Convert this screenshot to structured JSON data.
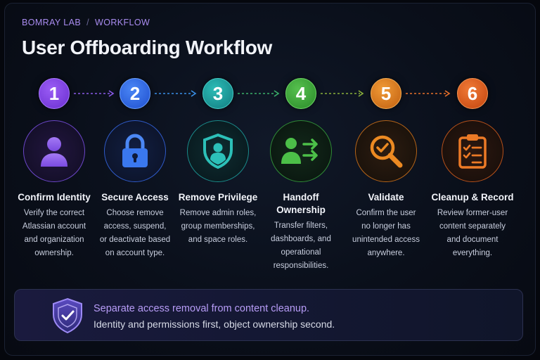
{
  "breadcrumb": {
    "org": "BOMRAY LAB",
    "separator": "/",
    "section": "WORKFLOW"
  },
  "page_title": "User Offboarding Workflow",
  "steps": [
    {
      "number": "1",
      "title": "Confirm Identity",
      "icon": "user-icon",
      "color": "#7b3fe0",
      "desc": [
        "Verify the correct",
        "Atlassian account",
        "and organization",
        "ownership."
      ]
    },
    {
      "number": "2",
      "title": "Secure Access",
      "icon": "padlock-icon",
      "color": "#2a63e0",
      "desc": [
        "Choose remove",
        "access, suspend,",
        "or deactivate based",
        "on account type."
      ]
    },
    {
      "number": "3",
      "title": "Remove Privilege",
      "icon": "shield-user-icon",
      "color": "#1b9a9a",
      "desc": [
        "Remove admin roles,",
        "group memberships,",
        "and space roles."
      ]
    },
    {
      "number": "4",
      "title": "Handoff Ownership",
      "title_lines": [
        "Handoff",
        "Ownership"
      ],
      "icon": "user-transfer-icon",
      "color": "#3aa83a",
      "desc": [
        "Transfer filters,",
        "dashboards, and",
        "operational",
        "responsibilities."
      ]
    },
    {
      "number": "5",
      "title": "Validate",
      "icon": "magnifier-check-icon",
      "color": "#e07a18",
      "desc": [
        "Confirm the user",
        "no longer has",
        "unintended access",
        "anywhere."
      ]
    },
    {
      "number": "6",
      "title": "Cleanup & Record",
      "icon": "clipboard-checklist-icon",
      "color": "#e0561a",
      "desc": [
        "Review former-user",
        "content separately",
        "and document",
        "everything."
      ]
    }
  ],
  "callout": {
    "icon": "shield-check-icon",
    "title": "Separate access removal from content cleanup.",
    "subtitle": "Identity and permissions first, object ownership second."
  }
}
